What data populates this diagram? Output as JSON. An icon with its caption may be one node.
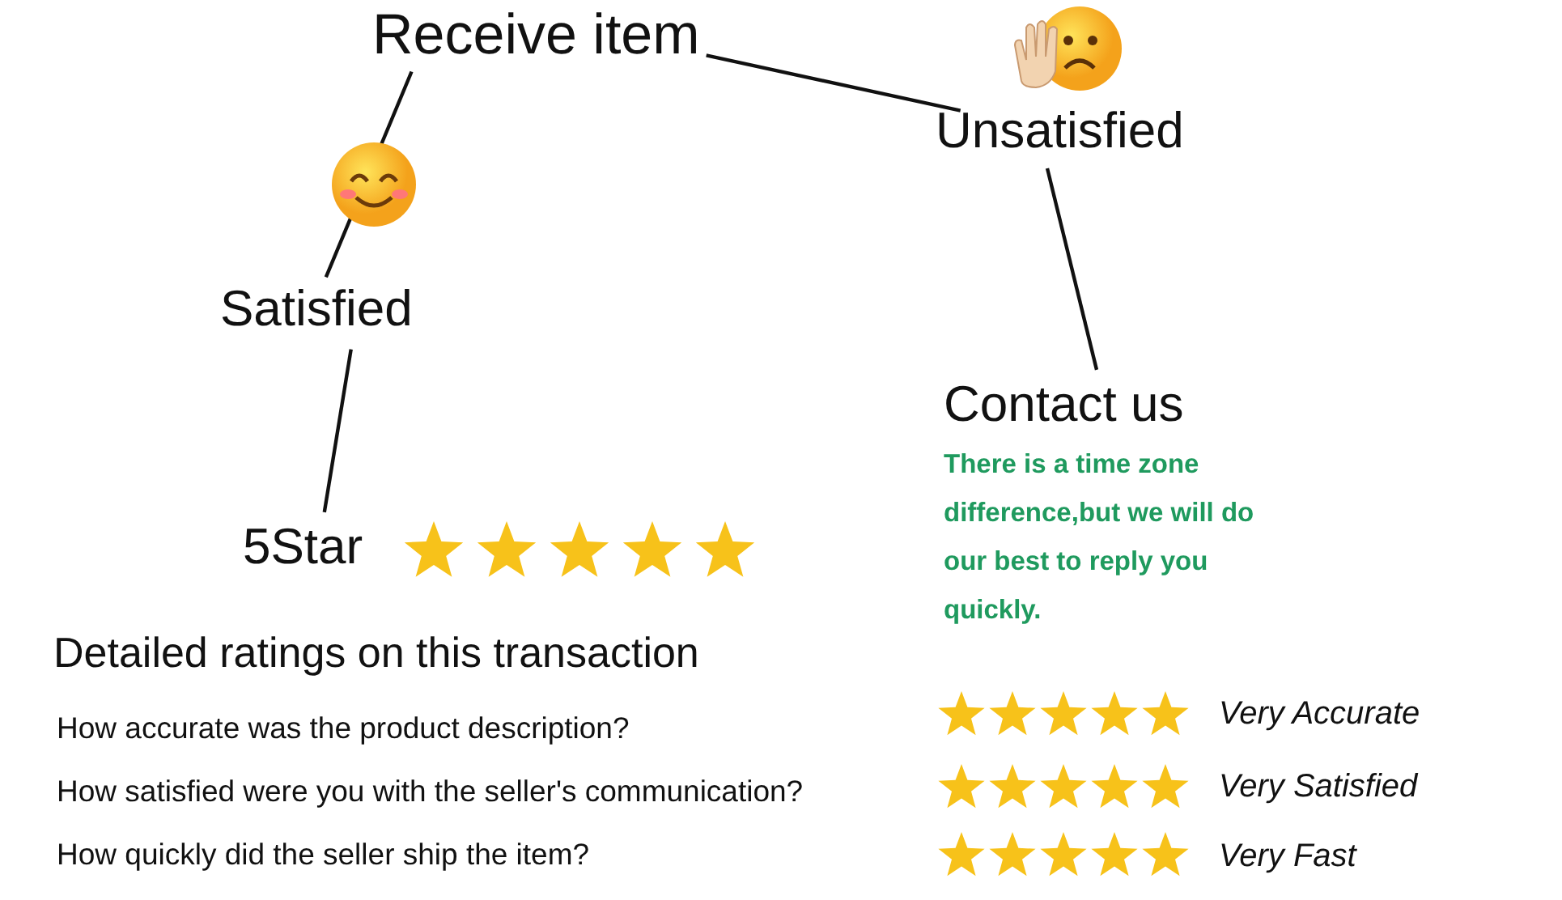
{
  "diagram": {
    "nodes": [
      {
        "text": [
          "Receive item"
        ]
      },
      {
        "text": [
          "Unsatisfied"
        ]
      },
      {
        "text": [
          "Satisfied"
        ]
      },
      {
        "text": [
          "Contact us",
          "There is a time zone difference,but we will do our best to reply you quickly."
        ]
      },
      {
        "text": [
          "5Star"
        ]
      }
    ],
    "edges": [
      {
        "from": 0,
        "to": 1,
        "arrow": "none"
      },
      {
        "from": 0,
        "to": 2,
        "arrow": "none"
      },
      {
        "from": 1,
        "to": 3,
        "arrow": "none"
      },
      {
        "from": 2,
        "to": 4,
        "arrow": "none"
      }
    ],
    "labels": [
      "Detailed ratings on this transaction",
      "How accurate was the product description?",
      "Very Accurate",
      "How satisfied were you with the seller's communication?",
      "Very Satisfied",
      "How quickly did the seller ship the item?",
      "Very Fast"
    ]
  }
}
